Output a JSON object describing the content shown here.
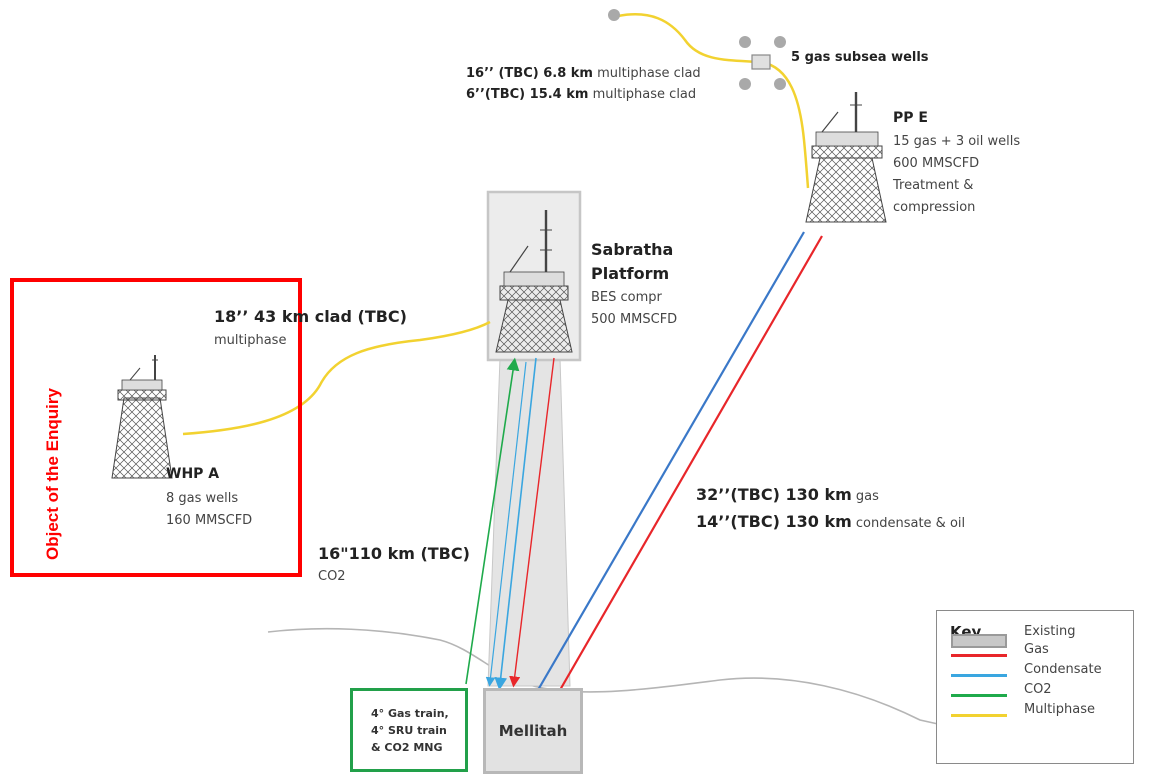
{
  "enquiry_label": "Object of the Enquiry",
  "subsea": {
    "wells_label": "5 gas subsea wells",
    "line1_bold": "16’’ (TBC) 6.8 km",
    "line1_rest": " multiphase clad",
    "line2_bold": "6’’(TBC) 15.4 km",
    "line2_rest": " multiphase clad"
  },
  "ppe": {
    "title": "PP E",
    "line1": "15 gas + 3 oil wells",
    "line2": "600 MMSCFD",
    "line3": "Treatment &",
    "line4": "compression"
  },
  "sabratha": {
    "title1": "Sabratha",
    "title2": "Platform",
    "line1": "BES compr",
    "line2": "500 MMSCFD"
  },
  "whp_a_pipeline": {
    "title": "18’’ 43 km clad (TBC)",
    "sub": "multiphase"
  },
  "whp_a": {
    "title": "WHP A",
    "line1": "8 gas wells",
    "line2": "160 MMSCFD"
  },
  "co2_pipeline": {
    "title": "16\"110 km (TBC)",
    "sub": "CO2"
  },
  "ppe_pipelines": {
    "gas_bold": "32’’(TBC) 130 km",
    "gas_rest": " gas",
    "cond_bold": "14’’(TBC) 130 km",
    "cond_rest": " condensate & oil"
  },
  "gas_train": {
    "line1": "4° Gas train,",
    "line2": "4° SRU train",
    "line3": "& CO2  MNG"
  },
  "mellitah": "Mellitah",
  "key": {
    "title": "Key",
    "items": [
      {
        "label": "Existing",
        "color": "#c8c8c8"
      },
      {
        "label": "Gas",
        "color": "#e8262a"
      },
      {
        "label": "Condensate",
        "color": "#3aa6e0"
      },
      {
        "label": "CO2",
        "color": "#1faa4b"
      },
      {
        "label": "Multiphase",
        "color": "#f2d230"
      }
    ]
  },
  "colors": {
    "gas": "#e8262a",
    "condensate": "#3aa6e0",
    "co2": "#1faa4b",
    "multiphase": "#f2d230",
    "existing": "#c8c8c8",
    "enquiry": "#ff0000"
  }
}
